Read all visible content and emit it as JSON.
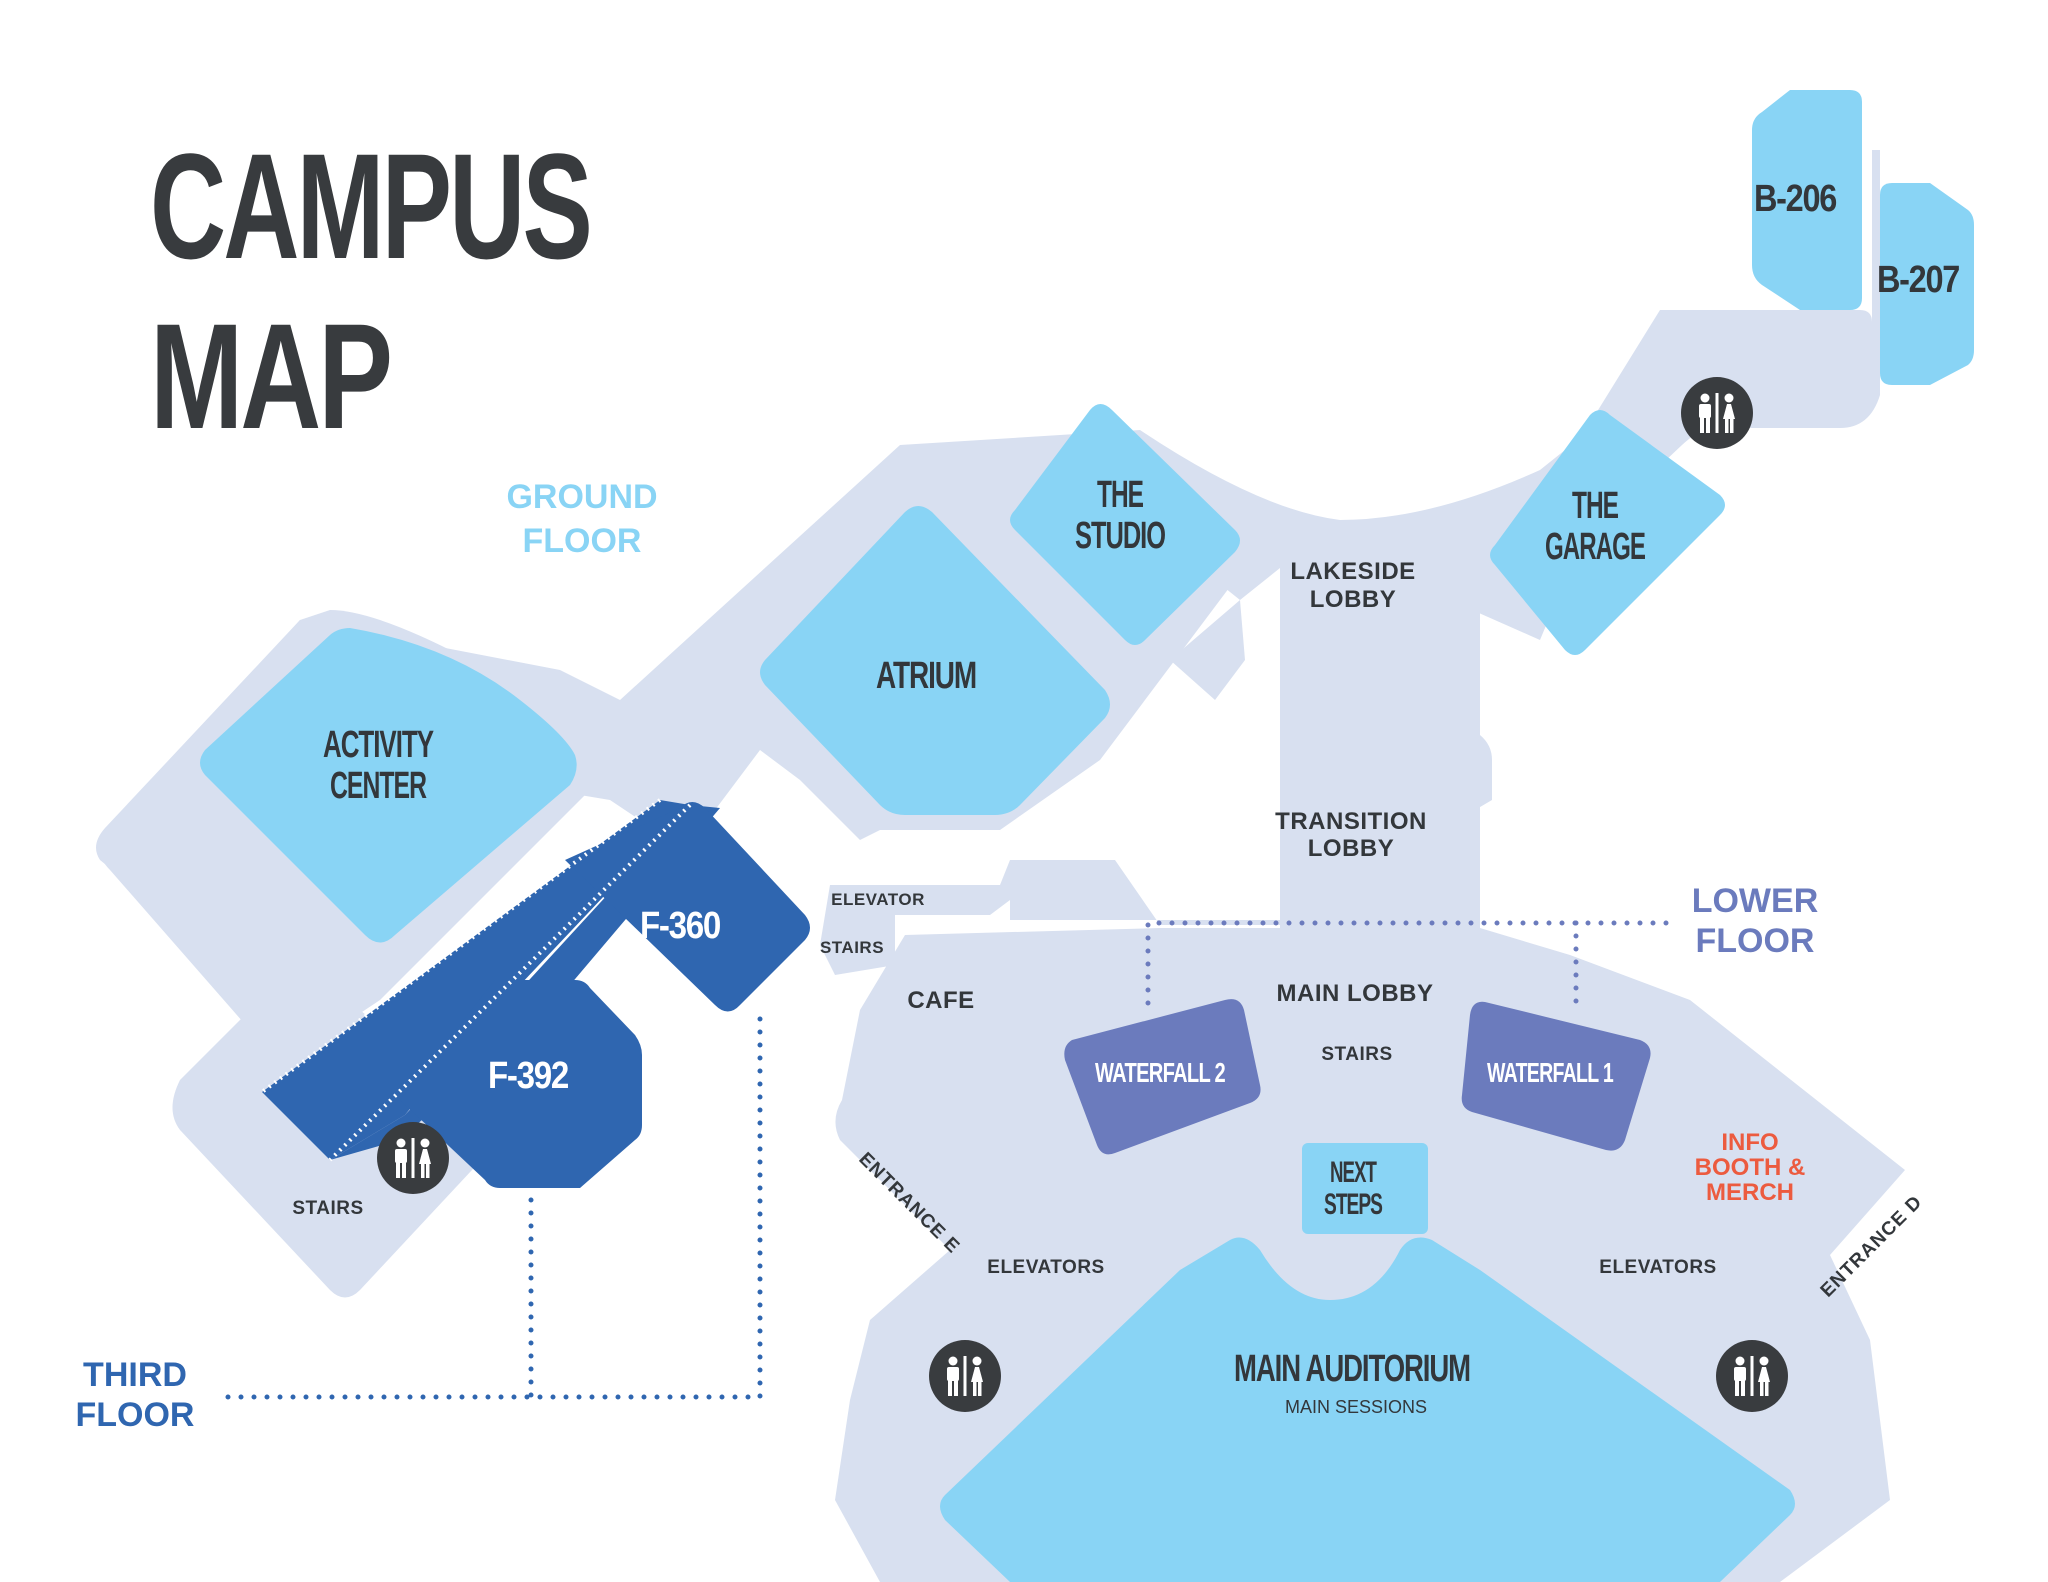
{
  "title": {
    "line1": "CAMPUS",
    "line2": "MAP"
  },
  "colors": {
    "hallway": "#d8e0f0",
    "ground_floor_room": "#89d4f5",
    "third_floor_room": "#2f66b0",
    "lower_floor_room": "#6b7bbd",
    "text_dark": "#33373b",
    "info_accent": "#ec5b3f",
    "restroom_icon": "#393c3f"
  },
  "floors": {
    "ground": {
      "line1": "GROUND",
      "line2": "FLOOR"
    },
    "lower": {
      "line1": "LOWER",
      "line2": "FLOOR"
    },
    "third": {
      "line1": "THIRD",
      "line2": "FLOOR"
    }
  },
  "rooms": {
    "b206": "B-206",
    "b207": "B-207",
    "studio": {
      "line1": "THE",
      "line2": "STUDIO"
    },
    "garage": {
      "line1": "THE",
      "line2": "GARAGE"
    },
    "atrium": "ATRIUM",
    "activity_center": {
      "line1": "ACTIVITY",
      "line2": "CENTER"
    },
    "f360": "F-360",
    "f392": "F-392",
    "waterfall2": "WATERFALL 2",
    "waterfall1": "WATERFALL 1",
    "next_steps": {
      "line1": "NEXT",
      "line2": "STEPS"
    },
    "main_auditorium": {
      "name": "MAIN AUDITORIUM",
      "subtitle": "MAIN SESSIONS"
    }
  },
  "areas": {
    "lakeside_lobby": {
      "line1": "LAKESIDE",
      "line2": "LOBBY"
    },
    "transition_lobby": {
      "line1": "TRANSITION",
      "line2": "LOBBY"
    },
    "main_lobby": "MAIN LOBBY",
    "cafe": "CAFE",
    "elevator": "ELEVATOR",
    "stairs_connector": "STAIRS",
    "stairs_third": "STAIRS",
    "stairs_lobby": "STAIRS",
    "elevators_left": "ELEVATORS",
    "elevators_right": "ELEVATORS",
    "info_booth": {
      "line1": "INFO",
      "line2": "BOOTH &",
      "line3": "MERCH"
    },
    "entrance_e": "ENTRANCE E",
    "entrance_d": "ENTRANCE D"
  },
  "icons": {
    "restroom": "restroom-icon"
  }
}
